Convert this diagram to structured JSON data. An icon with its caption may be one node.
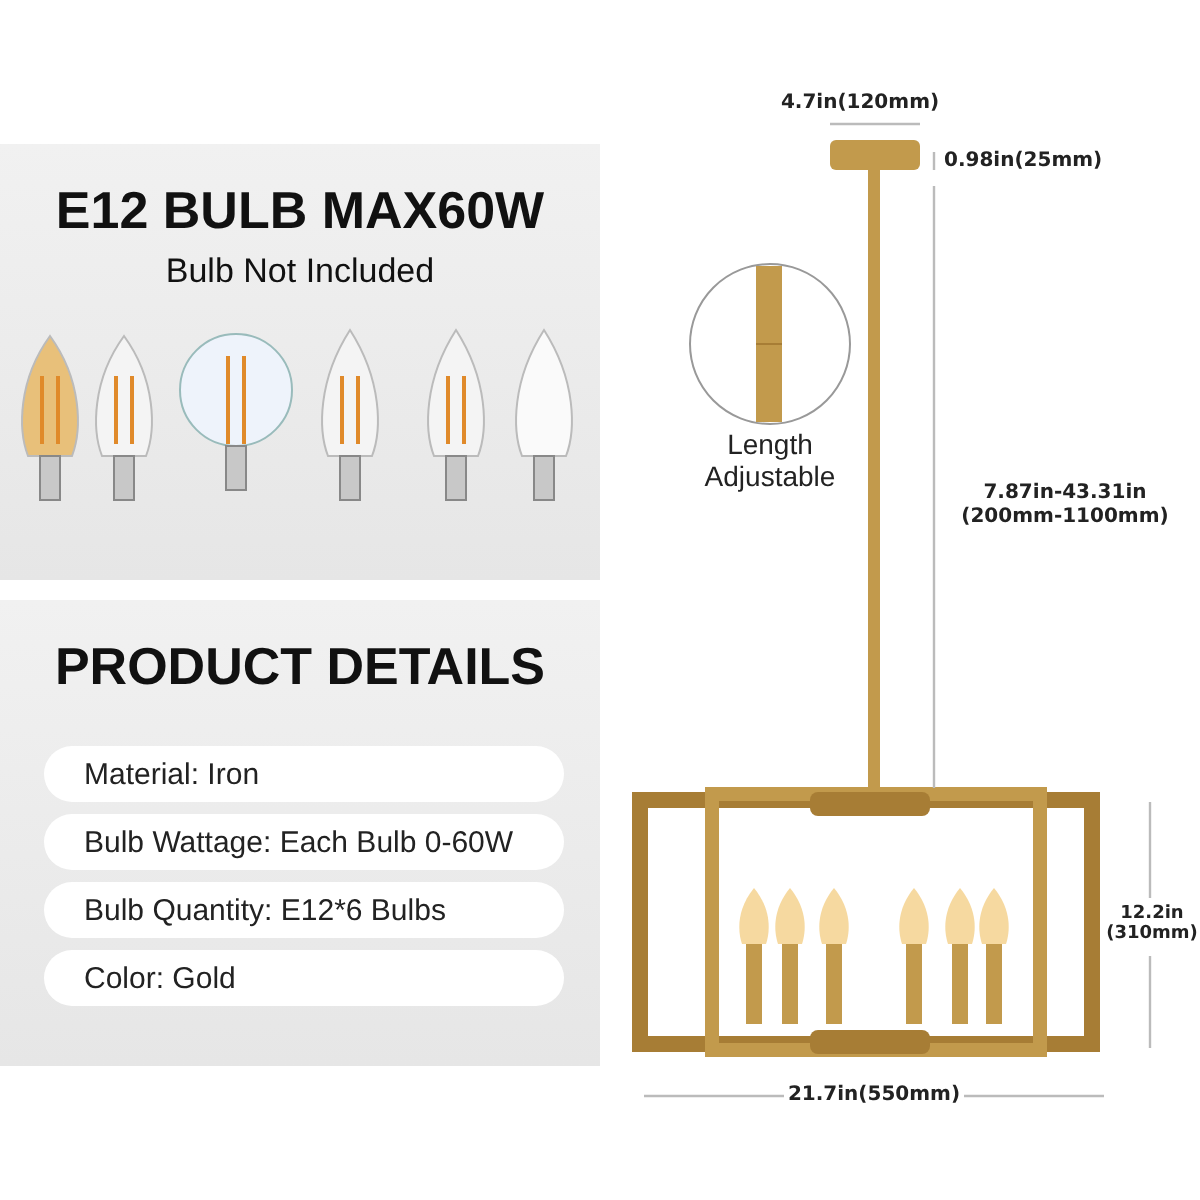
{
  "diagram": {
    "nodes": [
      {
        "text": [
          "E12 BULB MAX60W",
          "Bulb Not Included"
        ]
      },
      {
        "text": [
          "PRODUCT DETAILS"
        ]
      },
      {
        "text": [
          "Material: Iron"
        ],
        "in": 1
      },
      {
        "text": [
          "Bulb Wattage: Each Bulb 0-60W"
        ],
        "in": 1
      },
      {
        "text": [
          "Bulb Quantity: E12*6 Bulbs"
        ],
        "in": 1
      },
      {
        "text": [
          "Color: Gold"
        ],
        "in": 1
      },
      {
        "text": [
          "Length Adjustable"
        ]
      }
    ],
    "labels": [
      "4.7in(120mm)",
      "0.98in(25mm)",
      "7.87in-43.31in (200mm-1100mm)",
      "12.2in (310mm)",
      "21.7in(550mm)"
    ]
  }
}
